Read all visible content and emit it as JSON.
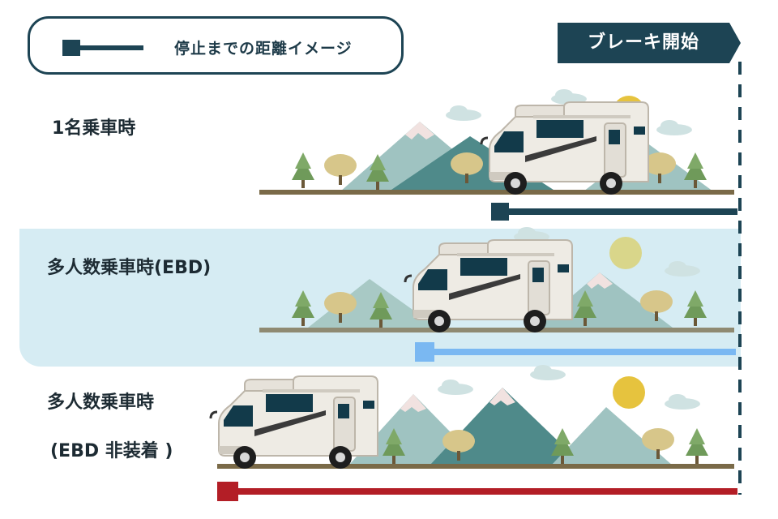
{
  "legend": {
    "label": "停止までの距離イメージ"
  },
  "brake": {
    "label": "ブレーキ開始"
  },
  "rows": [
    {
      "label_lines": [
        "1名乗車時"
      ],
      "bar_color": "#1d4454"
    },
    {
      "label_lines": [
        "多人数乗車時(EBD)"
      ],
      "bar_color": "#7ab8f2"
    },
    {
      "label_lines": [
        "多人数乗車時",
        "(EBD 非装着 )"
      ],
      "bar_color": "#b31e26"
    }
  ],
  "colors": {
    "navy": "#1d4454",
    "highlight_band": "#d6ecf3",
    "ground": "#7a6a48",
    "mountain_light": "#9fc3c1",
    "mountain_dark": "#4f8a8a",
    "snow": "#f1e2e0",
    "sun": "#e6c33e",
    "cloud": "#cfe2e2",
    "tree_green": "#6f9a5a",
    "tree_tan": "#d7c68a",
    "rv_body": "#eeebe4",
    "rv_window": "#123a4a"
  },
  "icons": [
    "legend-bar-icon",
    "sun-icon",
    "cloud-icon",
    "mountain-icon",
    "tree-icon",
    "camper-van-icon",
    "dashed-line-icon"
  ]
}
